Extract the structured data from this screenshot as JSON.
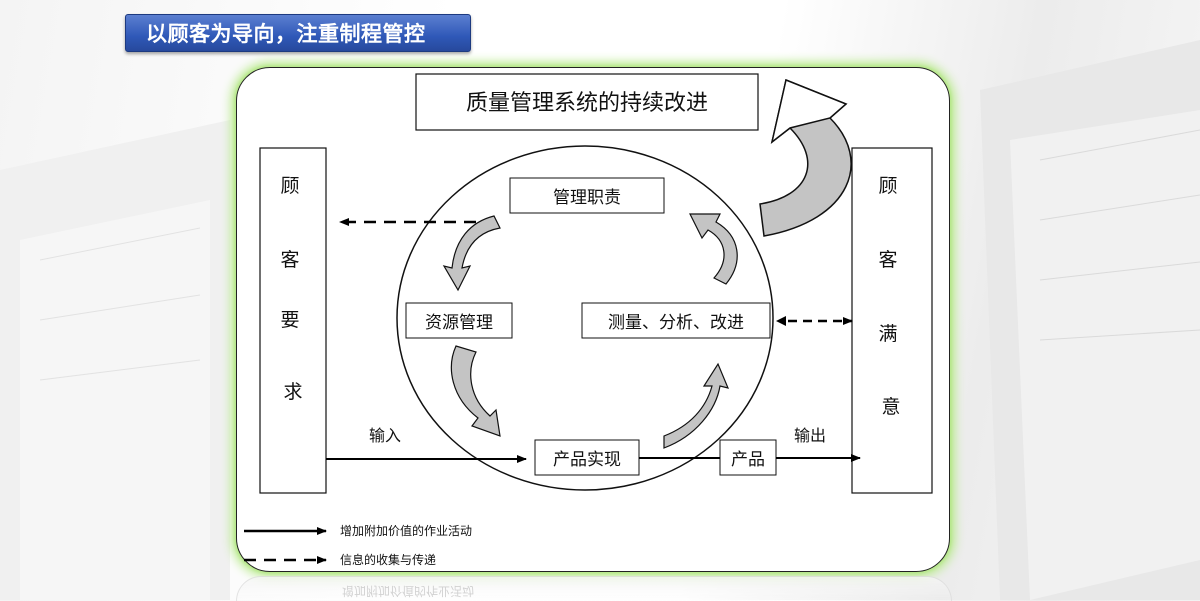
{
  "slide_title": "以顾客为导向，注重制程管控",
  "diagram": {
    "top_box": "质量管理系统的持续改进",
    "left_column": "顾客要求",
    "right_column": "顾客满意",
    "circle_nodes": {
      "management": "管理职责",
      "resources": "资源管理",
      "measurement": "测量、分析、改进",
      "realization": "产品实现"
    },
    "product_box": "产品",
    "input_label": "输入",
    "output_label": "输出"
  },
  "legend": {
    "solid": "增加附加价值的作业活动",
    "dashed": "信息的收集与传递"
  }
}
